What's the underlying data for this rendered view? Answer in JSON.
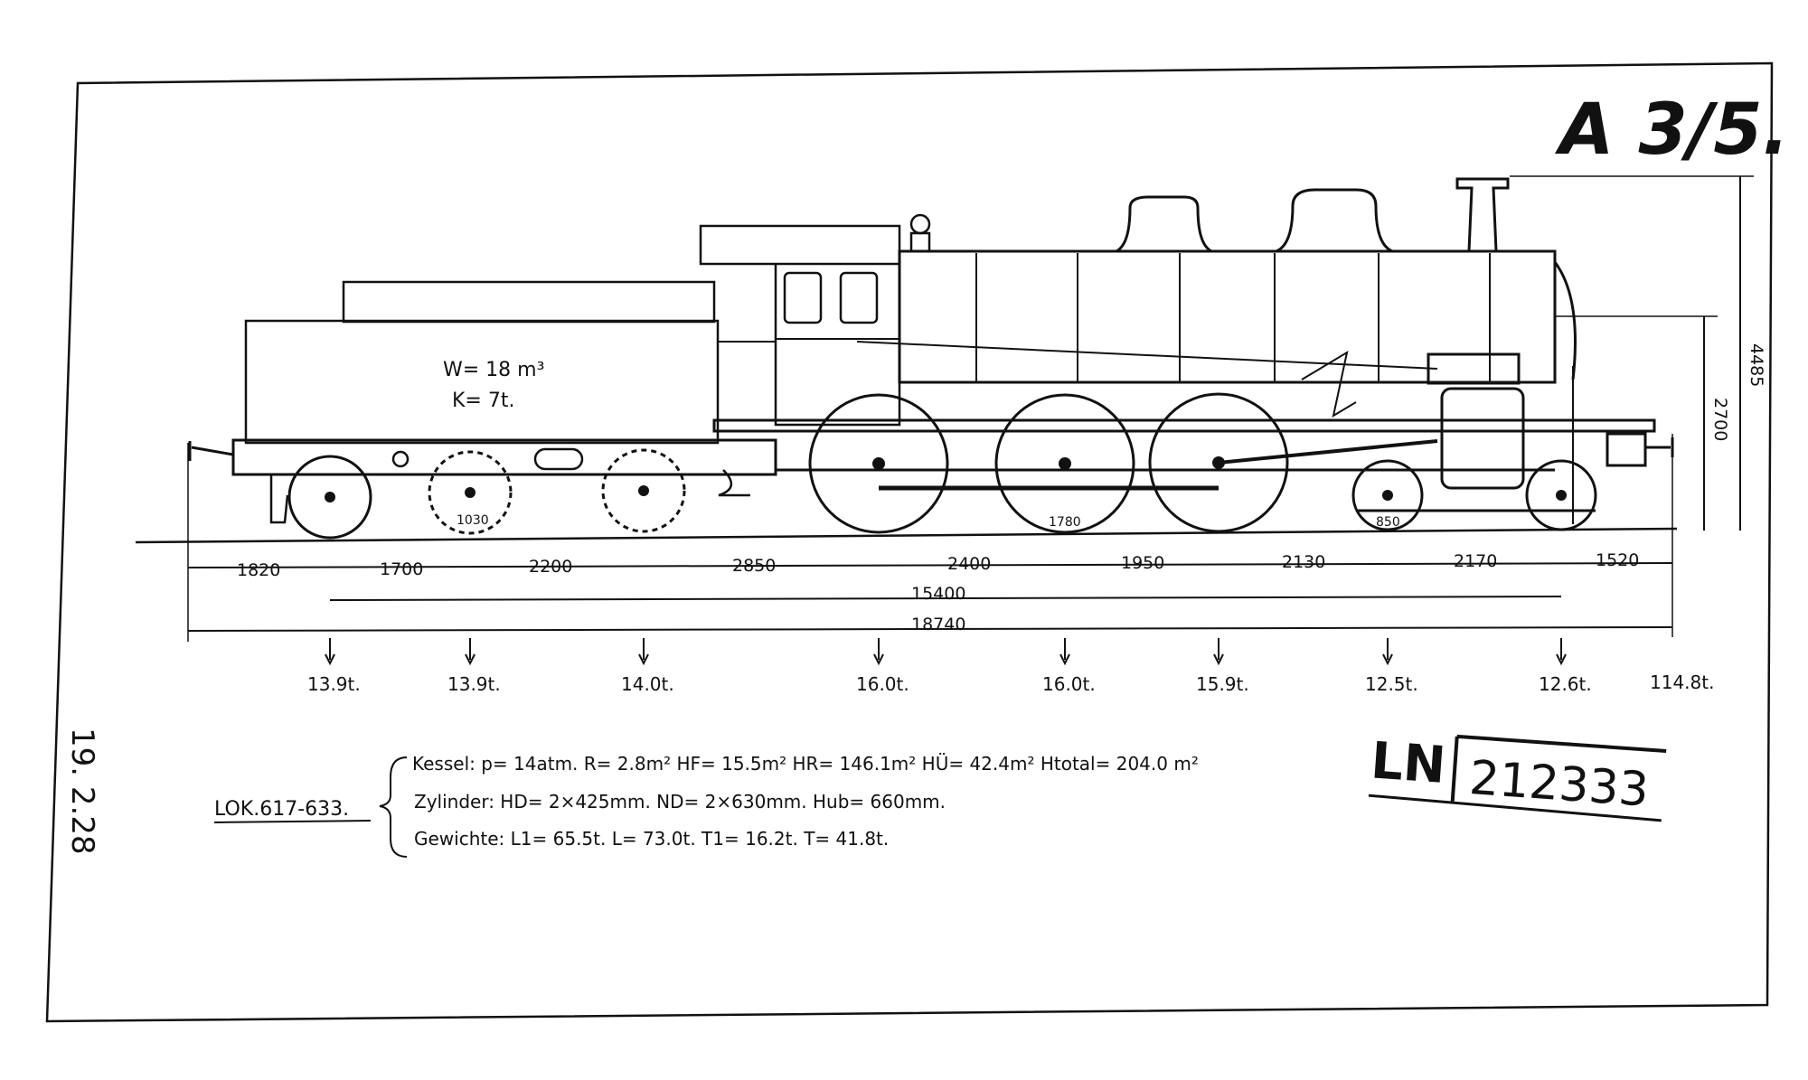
{
  "sheet": {
    "class_title": "A 3/5.",
    "side_note": "19. 2.28",
    "stamp": {
      "prefix": "LN",
      "number": "212333"
    }
  },
  "tender": {
    "water": "W= 18 m³",
    "coal": "K= 7t."
  },
  "wheel_labels": {
    "tender_wheel": "1030",
    "driving_wheel": "1780",
    "bogie_wheel": "850"
  },
  "dimensions": {
    "spacings": [
      "1820",
      "1700",
      "2200",
      "2850",
      "2400",
      "1950",
      "2130",
      "2170",
      "1520"
    ],
    "wheelbase": "15400",
    "overall_length": "18740",
    "height_total": "4485",
    "height_boiler": "2700"
  },
  "axle_loads": [
    "13.9t.",
    "13.9t.",
    "14.0t.",
    "16.0t.",
    "16.0t.",
    "15.9t.",
    "12.5t.",
    "12.6t."
  ],
  "total_weight": "114.8t.",
  "specs": {
    "loco_numbers": "LOK.617-633.",
    "kessel": "Kessel: p= 14atm. R= 2.8m² HF= 15.5m² HR= 146.1m² HÜ= 42.4m² Htotal= 204.0 m²",
    "zylinder": "Zylinder: HD= 2×425mm. ND= 2×630mm. Hub= 660mm.",
    "gewichte": "Gewichte: L1= 65.5t. L= 73.0t. T1= 16.2t. T= 41.8t."
  }
}
